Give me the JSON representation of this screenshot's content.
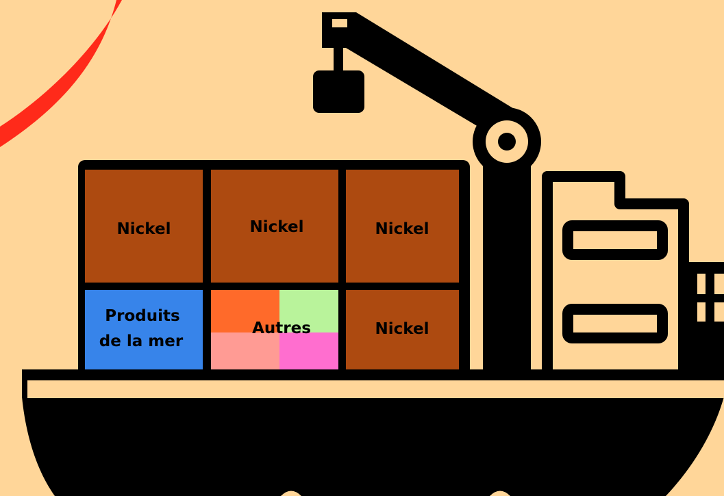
{
  "colors": {
    "background": "#FFD699",
    "outline": "#000000",
    "nickel": "#AD4A10",
    "seafood": "#3784EA",
    "arc": "#FF2A1A",
    "other_orange": "#FF6A2A",
    "other_green": "#B9F39B",
    "other_salmon": "#FF9B94",
    "other_pink": "#FF6ECF"
  },
  "containers": {
    "top_left": "Nickel",
    "top_middle": "Nickel",
    "top_right": "Nickel",
    "bottom_left_line1": "Produits",
    "bottom_left_line2": "de la mer",
    "bottom_middle": "Autres",
    "bottom_right": "Nickel"
  },
  "icons": [
    "ship-icon",
    "crane-icon",
    "cabin-icon",
    "decorative-arc"
  ]
}
